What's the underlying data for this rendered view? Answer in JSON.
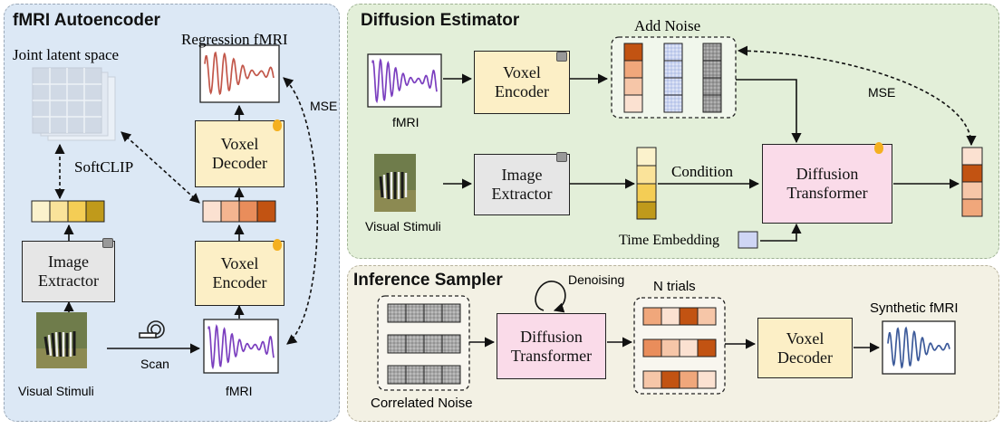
{
  "panels": {
    "autoencoder_title": "fMRI Autoencoder",
    "diffusion_title": "Diffusion Estimator",
    "inference_title": "Inference Sampler"
  },
  "autoencoder": {
    "joint_latent": "Joint latent space",
    "regression": "Regression fMRI",
    "mse": "MSE",
    "softclip": "SoftCLIP",
    "voxel_decoder": "Voxel Decoder",
    "voxel_encoder": "Voxel Encoder",
    "image_extractor": "Image Extractor",
    "scan": "Scan",
    "visual_stimuli": "Visual Stimuli",
    "fmri": "fMRI"
  },
  "diffusion": {
    "add_noise": "Add Noise",
    "fmri": "fMRI",
    "voxel_encoder": "Voxel Encoder",
    "mse": "MSE",
    "image_extractor": "Image Extractor",
    "condition": "Condition",
    "diffusion_transformer": "Diffusion Transformer",
    "visual_stimuli": "Visual Stimuli",
    "time_embedding": "Time Embedding"
  },
  "inference": {
    "denoising": "Denoising",
    "n_trials": "N trials",
    "synthetic_fmri": "Synthetic fMRI",
    "diffusion_transformer": "Diffusion Transformer",
    "voxel_decoder": "Voxel Decoder",
    "correlated_noise": "Correlated Noise"
  },
  "colors": {
    "autoencoder_bg": "#dce8f5",
    "diffusion_bg": "#e3efd9",
    "inference_bg": "#f3f1e4",
    "yellow_box": "#fcefc6",
    "grey_box": "#e6e6e6",
    "pink_box": "#fadbe9",
    "fmri_wave_purple": "#7b3fbf",
    "regression_wave": "#c2574a",
    "synthetic_wave": "#3c5a9a"
  }
}
